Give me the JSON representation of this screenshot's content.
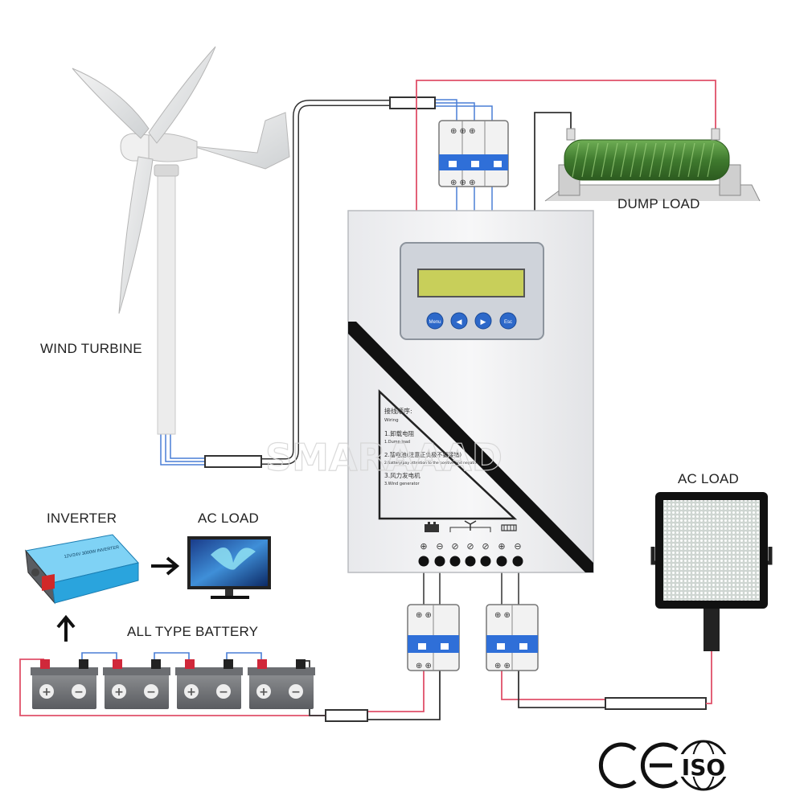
{
  "labels": {
    "wind_turbine": "WIND TURBINE",
    "dump_load": "DUMP LOAD",
    "inverter": "INVERTER",
    "ac_load_monitor": "AC LOAD",
    "ac_load_lamp": "AC LOAD",
    "battery": "ALL TYPE BATTERY"
  },
  "controller": {
    "buttons": [
      "Menu",
      "◀",
      "▶",
      "Esc"
    ],
    "wiring_title": "接线顺序:",
    "wiring_sub": "Wiring",
    "wiring_steps": [
      "1.卸载电阻",
      "1.Dump load",
      "2.蓄电池(注意正负极不要接错)",
      "2.Battery(pay attention to the positive and negative)",
      "3.风力发电机",
      "3.Wind generator"
    ]
  },
  "watermark": "SMARAAAD",
  "inverter_label": "12V/24V 3000W INVERTER",
  "certifications": {
    "ce": "CE",
    "iso": "ISO"
  },
  "colors": {
    "positive_wire": "#e0506a",
    "negative_wire": "#333333",
    "generator_wire": "#4a7fd6",
    "breaker_blue": "#2f6fd8",
    "resistor_green": "#4f8a3a",
    "inverter_blue": "#2aa4dd",
    "lcd_green": "#c8cf5a"
  }
}
